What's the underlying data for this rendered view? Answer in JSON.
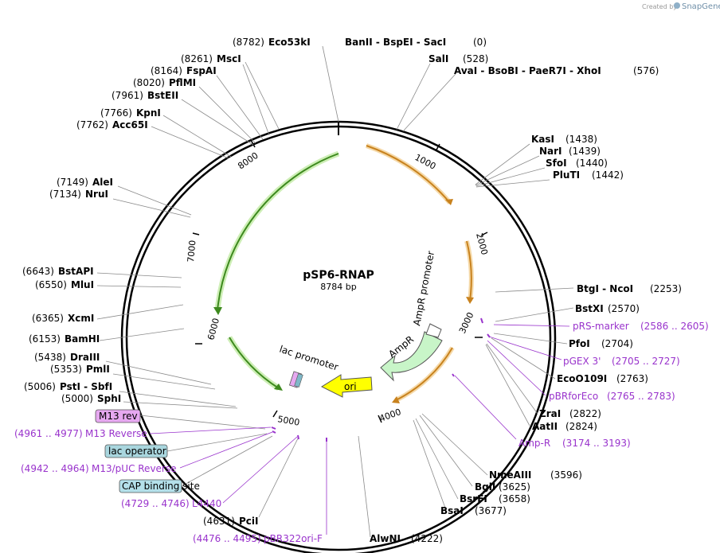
{
  "brand": {
    "created_by": "Created by",
    "name": "SnapGene"
  },
  "plasmid": {
    "name": "pSP6-RNAP",
    "size": "8784 bp"
  },
  "ticks": [
    "1000",
    "2000",
    "3000",
    "4000",
    "5000",
    "6000",
    "7000",
    "8000"
  ],
  "features": {
    "ampr_promoter": "AmpR promoter",
    "ampr": "AmpR",
    "ori": "ori",
    "lac_promoter": "lac promoter"
  },
  "labels": [
    {
      "pos": "(8782)",
      "name": "Eco53kI"
    },
    {
      "pos": "(0)",
      "name": "BanII - BspEI - SacI"
    },
    {
      "pos": "(528)",
      "name": "SalI"
    },
    {
      "pos": "(576)",
      "name": "AvaI - BsoBI - PaeR7I - XhoI"
    },
    {
      "pos": "(8261)",
      "name": "MscI"
    },
    {
      "pos": "(8164)",
      "name": "FspAI"
    },
    {
      "pos": "(8020)",
      "name": "PflMI"
    },
    {
      "pos": "(7961)",
      "name": "BstEII"
    },
    {
      "pos": "(7766)",
      "name": "KpnI"
    },
    {
      "pos": "(7762)",
      "name": "Acc65I"
    },
    {
      "pos": "(1438)",
      "name": "KasI"
    },
    {
      "pos": "(1439)",
      "name": "NarI"
    },
    {
      "pos": "(1440)",
      "name": "SfoI"
    },
    {
      "pos": "(1442)",
      "name": "PluTI"
    },
    {
      "pos": "(7149)",
      "name": "AleI"
    },
    {
      "pos": "(7134)",
      "name": "NruI"
    },
    {
      "pos": "(6643)",
      "name": "BstAPI"
    },
    {
      "pos": "(6550)",
      "name": "MluI"
    },
    {
      "pos": "(6365)",
      "name": "XcmI"
    },
    {
      "pos": "(6153)",
      "name": "BamHI"
    },
    {
      "pos": "(5438)",
      "name": "DraIII"
    },
    {
      "pos": "(5353)",
      "name": "PmlI"
    },
    {
      "pos": "(5006)",
      "name": "PstI - SbfI"
    },
    {
      "pos": "(5000)",
      "name": "SphI"
    },
    {
      "pos": "(2253)",
      "name": "BtgI - NcoI"
    },
    {
      "pos": "(2570)",
      "name": "BstXI"
    },
    {
      "pos": "(2704)",
      "name": "PfoI"
    },
    {
      "pos": "(2763)",
      "name": "EcoO109I"
    },
    {
      "pos": "(2822)",
      "name": "ZraI"
    },
    {
      "pos": "(2824)",
      "name": "AatII"
    },
    {
      "pos": "(3596)",
      "name": "NmeAIII"
    },
    {
      "pos": "(3625)",
      "name": "BglI"
    },
    {
      "pos": "(3658)",
      "name": "BsrFI"
    },
    {
      "pos": "(3677)",
      "name": "BsaI"
    },
    {
      "pos": "(4222)",
      "name": "AlwNI"
    },
    {
      "pos": "(4631)",
      "name": "PciI"
    }
  ],
  "primers": [
    {
      "name": "pRS-marker",
      "range": "(2586 .. 2605)"
    },
    {
      "name": "pGEX 3'",
      "range": "(2705 .. 2727)"
    },
    {
      "name": "pBRforEco",
      "range": "(2765 .. 2783)"
    },
    {
      "name": "Amp-R",
      "range": "(3174 .. 3193)"
    },
    {
      "name": "M13 Reverse",
      "range": "(4961 .. 4977)"
    },
    {
      "name": "M13/pUC Reverse",
      "range": "(4942 .. 4964)"
    },
    {
      "name": "L4440",
      "range": "(4729 .. 4746)"
    },
    {
      "name": "pBR322ori-F",
      "range": "(4476 .. 4495)"
    }
  ],
  "boxes": {
    "m13_rev": "M13 rev",
    "lac_operator": "lac operator",
    "cap_site": "CAP binding site"
  },
  "colors": {
    "primer": "#9933cc",
    "orange": "#e8a33c",
    "green": "#7bc84a",
    "ori": "#ffff00",
    "m13": "#e6a8f0",
    "lac_op": "#a9d6de",
    "cap": "#b4e0ea",
    "ampr_fill": "#c8f5c8"
  }
}
